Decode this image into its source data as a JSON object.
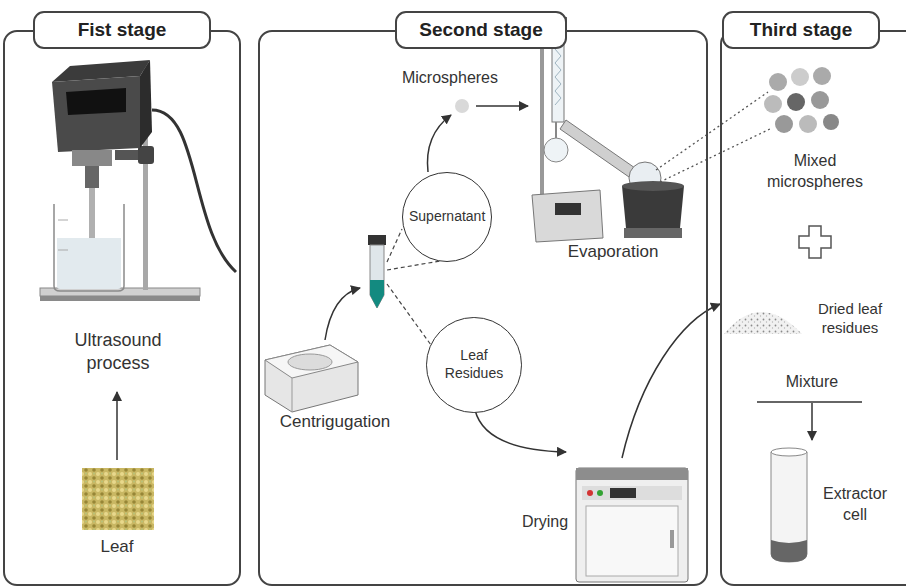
{
  "diagram": {
    "nodes": [
      {
        "text": [
          "Fist stage"
        ]
      },
      {
        "text": [
          "Second stage"
        ]
      },
      {
        "text": [
          "Supernatant"
        ],
        "in": 1
      },
      {
        "text": [
          "Leaf Residues"
        ],
        "in": 1
      },
      {
        "text": [
          "Third stage"
        ]
      }
    ],
    "labels": [
      "Ultrasound process",
      "Leaf",
      "Microspheres",
      "Evaporation",
      "Centrigugation",
      "Drying",
      "Mixed microspheres",
      "Dried leaf residues",
      "Mixture",
      "Extractor cell"
    ]
  }
}
